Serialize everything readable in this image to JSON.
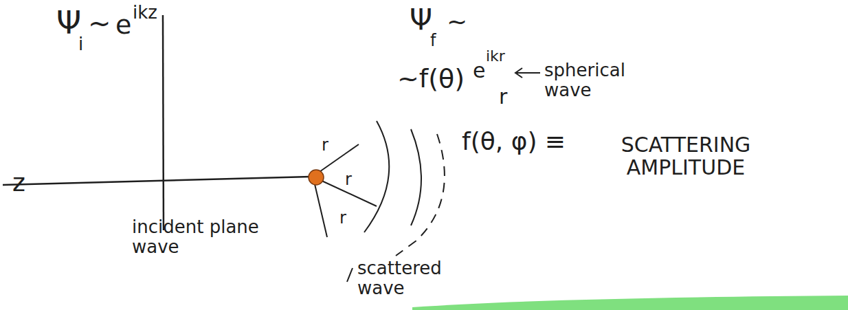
{
  "diagram": {
    "labels": [
      "Ψ",
      "i",
      "~",
      "e",
      "ikz",
      "Ψ",
      "f",
      "~",
      "~f(θ)",
      "e",
      "ikr",
      "r",
      "spherical wave",
      "f(θ, φ) ≡",
      "SCATTERING AMPLITUDE",
      "z",
      "incident plane wave",
      "scattered wave",
      "r",
      "r",
      "r"
    ]
  }
}
